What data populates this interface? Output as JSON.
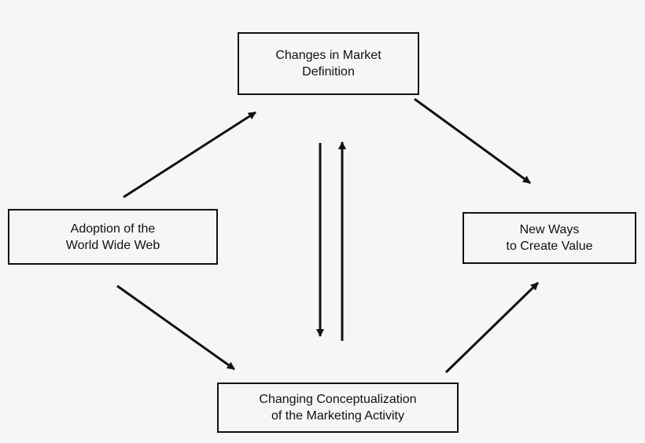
{
  "nodes": {
    "top": {
      "line1": "Changes in Market",
      "line2": "Definition"
    },
    "left": {
      "line1": "Adoption of the",
      "line2": "World Wide Web"
    },
    "right": {
      "line1": "New Ways",
      "line2": "to Create Value"
    },
    "bottom": {
      "line1": "Changing Conceptualization",
      "line2": "of the Marketing Activity"
    }
  },
  "colors": {
    "line": "#111111",
    "background": "#f6f6f6"
  }
}
